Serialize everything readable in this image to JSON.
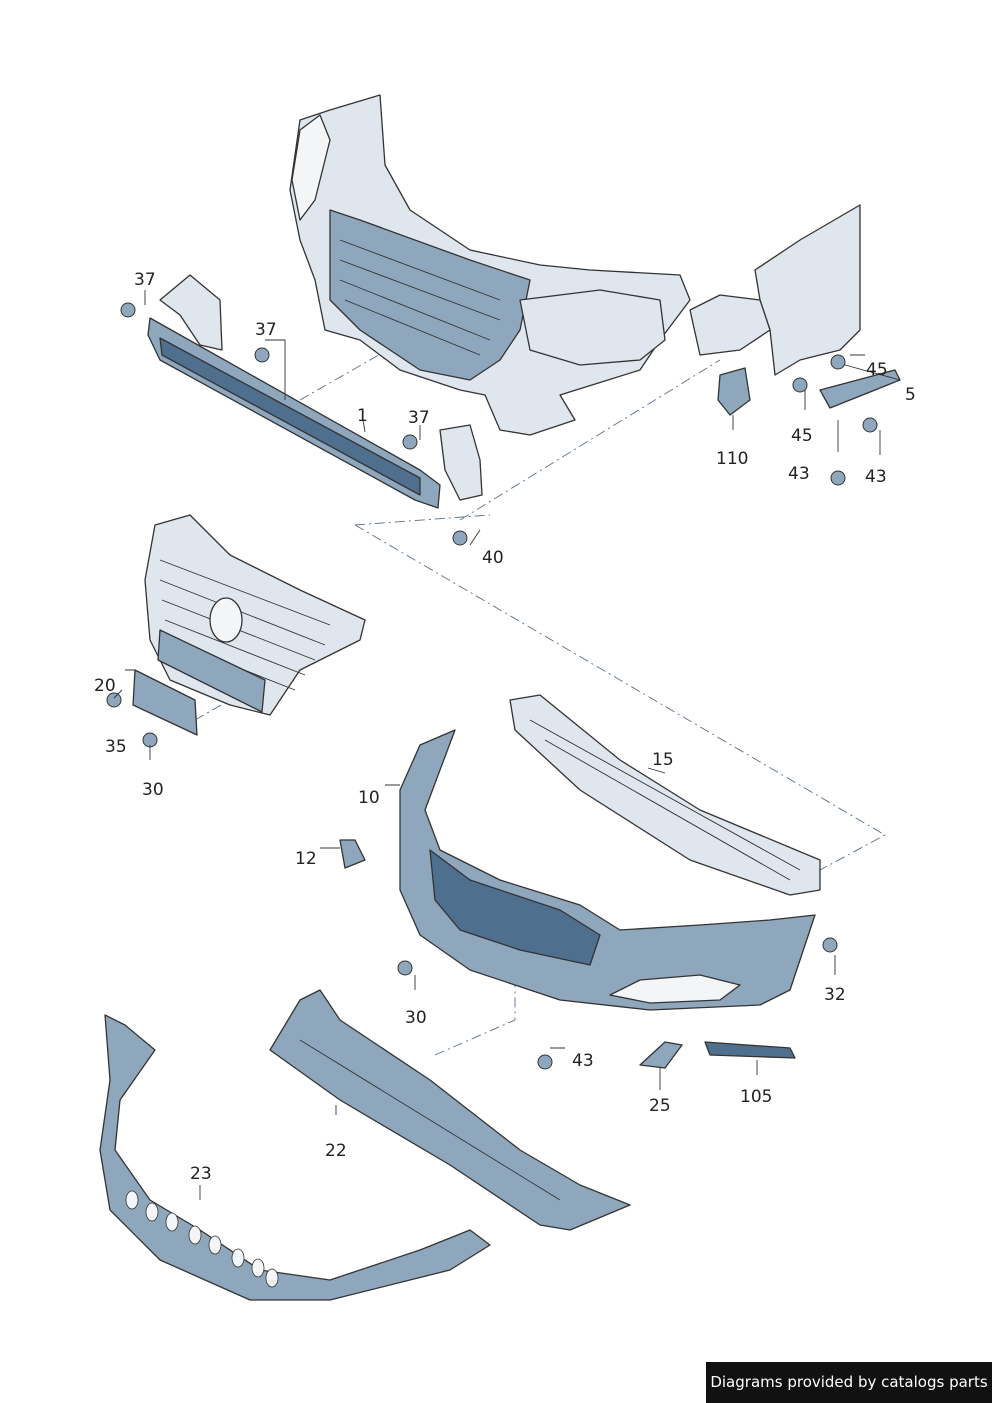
{
  "callouts": [
    {
      "id": "c37a",
      "text": "37"
    },
    {
      "id": "c37b",
      "text": "37"
    },
    {
      "id": "c1",
      "text": "1"
    },
    {
      "id": "c37c",
      "text": "37"
    },
    {
      "id": "c45a",
      "text": "45"
    },
    {
      "id": "c5",
      "text": "5"
    },
    {
      "id": "c45b",
      "text": "45"
    },
    {
      "id": "c110",
      "text": "110"
    },
    {
      "id": "c43a",
      "text": "43"
    },
    {
      "id": "c43b",
      "text": "43"
    },
    {
      "id": "c40",
      "text": "40"
    },
    {
      "id": "c20",
      "text": "20"
    },
    {
      "id": "c35",
      "text": "35"
    },
    {
      "id": "c30a",
      "text": "30"
    },
    {
      "id": "c15",
      "text": "15"
    },
    {
      "id": "c10",
      "text": "10"
    },
    {
      "id": "c12",
      "text": "12"
    },
    {
      "id": "c32",
      "text": "32"
    },
    {
      "id": "c30b",
      "text": "30"
    },
    {
      "id": "c43c",
      "text": "43"
    },
    {
      "id": "c25",
      "text": "25"
    },
    {
      "id": "c105",
      "text": "105"
    },
    {
      "id": "c22",
      "text": "22"
    },
    {
      "id": "c23",
      "text": "23"
    }
  ],
  "credit": "Diagrams provided by catalogs parts",
  "colors": {
    "part_dark": "#4f6f8e",
    "part_mid": "#8fa7bd",
    "part_light": "#dfe6ee",
    "line": "#333333"
  }
}
